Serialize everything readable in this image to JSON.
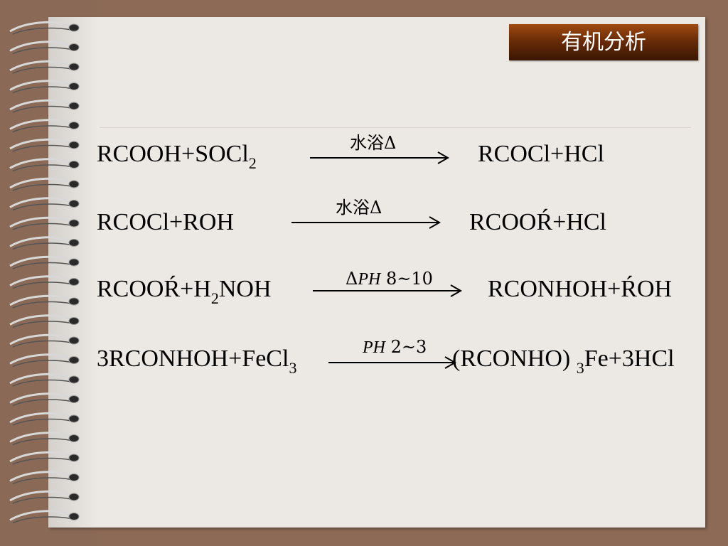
{
  "title": "有机分析",
  "reactions": [
    {
      "left": "RCOOH+SOCl",
      "left_sub": "2",
      "condition": "水浴Δ",
      "right": "RCOCl+HCl"
    },
    {
      "left": "RCOCl+ROH",
      "condition": "水浴Δ",
      "right_a": "RCOOR",
      "right_prime": "́",
      "right_b": "+HCl"
    },
    {
      "left_a": "RCOOR",
      "left_prime": "́",
      "left_b": "+H",
      "left_sub": "2",
      "left_c": "NOH",
      "condition_delta": "Δ",
      "condition_ph": "PH",
      "condition_val": "8~10",
      "right_a": "RCONHOH+R",
      "right_prime": "́",
      "right_b": "OH"
    },
    {
      "left": "3RCONHOH+FeCl",
      "left_sub": "3",
      "condition_ph": "PH",
      "condition_val": "2~3",
      "right_a": "(RCONHO) ",
      "right_sub": "3",
      "right_b": "Fe+3HCl"
    }
  ],
  "colors": {
    "page": "#ece8e3",
    "background": "#8c6a55",
    "title_bg": "#6a2c08"
  }
}
